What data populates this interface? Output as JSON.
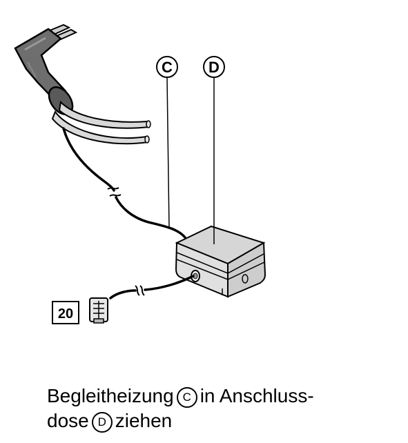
{
  "callouts": {
    "c": "C",
    "d": "D"
  },
  "figure_ref": "20",
  "caption": {
    "part1": "Begleitheizung",
    "part2": "in Anschluss-",
    "part3": "dose",
    "part4": "ziehen",
    "marker_c": "C",
    "marker_d": "D"
  }
}
